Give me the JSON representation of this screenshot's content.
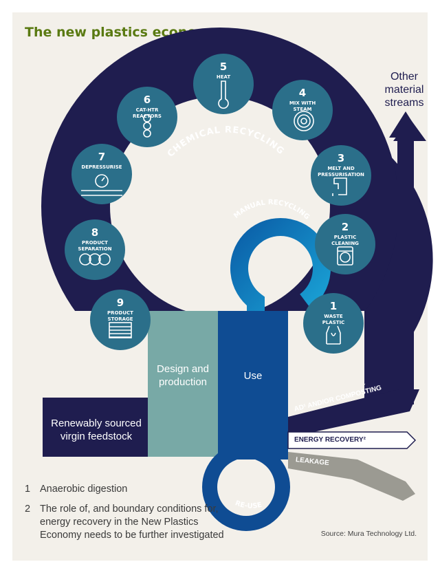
{
  "title": "The new plastics economy",
  "ring_labels": {
    "chemical": "CHEMICAL RECYCLING",
    "manual": "MANUAL RECYCLING",
    "reuse": "RE-USE"
  },
  "steps": [
    {
      "number": "1",
      "label": "WASTE\nPLASTIC",
      "icon": "plastic-bag-icon"
    },
    {
      "number": "2",
      "label": "PLASTIC\nCLEANING",
      "icon": "washing-machine-icon"
    },
    {
      "number": "3",
      "label": "MELT AND\nPRESSURISATION",
      "icon": "melter-icon"
    },
    {
      "number": "4",
      "label": "MIX WITH\nSTEAM",
      "icon": "swirl-icon"
    },
    {
      "number": "5",
      "label": "HEAT",
      "icon": "thermometer-icon"
    },
    {
      "number": "6",
      "label": "CAT-HTR\nREACTORS",
      "icon": "reactor-icon"
    },
    {
      "number": "7",
      "label": "DEPRESSURISE",
      "icon": "pressure-gauge-icon"
    },
    {
      "number": "8",
      "label": "PRODUCT\nSEPARATION",
      "icon": "separation-tanks-icon"
    },
    {
      "number": "9",
      "label": "PRODUCT\nSTORAGE",
      "icon": "storage-tank-icon"
    }
  ],
  "blocks": {
    "feedstock": "Renewably sourced virgin feedstock",
    "design": "Design and production",
    "use": "Use",
    "other_streams": "Other material streams"
  },
  "outputs": {
    "ad": "AD¹ AND/OR COMPOSTING",
    "energy": "ENERGY RECOVERY²",
    "leakage": "LEAKAGE"
  },
  "footnotes": [
    {
      "num": "1",
      "text": "Anaerobic digestion"
    },
    {
      "num": "2",
      "text": "The role of, and boundary conditions for, energy recovery in the New Plastics Economy needs to be further investigated"
    }
  ],
  "source": "Source: Mura Technology Ltd.",
  "colors": {
    "navy": "#1f1d4f",
    "circle_teal": "#2b6f8a",
    "design_teal": "#78a9a6",
    "use_blue": "#0f4c93",
    "title_green": "#5a7a12",
    "leakage_grey": "#9b9a92"
  }
}
